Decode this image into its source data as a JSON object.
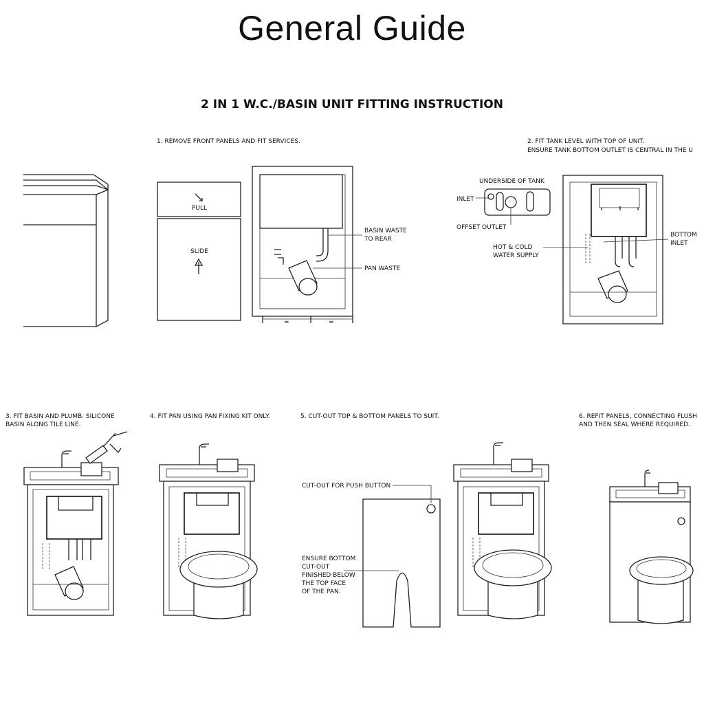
{
  "title": "General Guide",
  "subtitle": "2 IN 1 W.C./BASIN UNIT FITTING INSTRUCTION",
  "steps": {
    "s1": "1. REMOVE FRONT PANELS AND FIT SERVICES.",
    "s2a": "2. FIT TANK LEVEL WITH TOP OF UNIT.",
    "s2b": "ENSURE TANK BOTTOM OUTLET IS CENTRAL IN  THE U",
    "s3a": "3. FIT BASIN AND PLUMB. SILICONE",
    "s3b": "BASIN ALONG TILE LINE.",
    "s4": "4. FIT PAN USING PAN FIXING KIT ONLY.",
    "s5": "5. CUT-OUT TOP & BOTTOM PANELS TO SUIT.",
    "s6a": "6. REFIT PANELS, CONNECTING FLUSH",
    "s6b": "AND THEN SEAL WHERE REQUIRED."
  },
  "labels": {
    "pull": "PULL",
    "slide": "SLIDE",
    "basin_waste_1": "BASIN WASTE",
    "basin_waste_2": "TO REAR",
    "pan_waste": "PAN WASTE",
    "equal": "=",
    "underside": "UNDERSIDE OF TANK",
    "inlet": "INLET",
    "offset_outlet": "OFFSET OUTLET",
    "hot_cold_1": "HOT & COLD",
    "hot_cold_2": "WATER SUPPLY",
    "bottom_1": "BOTTOM",
    "bottom_2": "INLET",
    "cutout_push": "CUT-OUT FOR PUSH BUTTON",
    "ensure_1": "ENSURE BOTTOM",
    "ensure_2": "CUT-OUT",
    "ensure_3": "FINISHED BELOW",
    "ensure_4": "THE TOP FACE",
    "ensure_5": "OF THE PAN."
  }
}
